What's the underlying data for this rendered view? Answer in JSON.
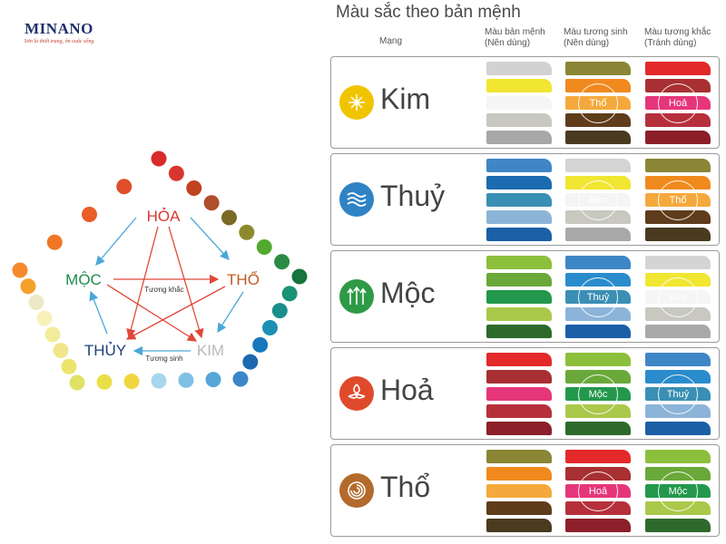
{
  "brand": {
    "name": "MINANO",
    "tagline": "Sơn là thiết trang, ổn cuộc sống"
  },
  "wheel": {
    "labels": {
      "hoa": "HỎA",
      "tho": "THỔ",
      "kim": "KIM",
      "thuy": "THỦY",
      "moc": "MỘC",
      "tuong_khac": "Tương khắc",
      "tuong_sinh": "Tương sinh"
    },
    "colors": {
      "hoa": "#d63a2c",
      "tho": "#c05a22",
      "kim": "#b9b9b9",
      "thuy": "#1e3f78",
      "moc": "#1e8a4c",
      "cycle_arrow": "#4aa8d8",
      "star_arrow": "#e0493a"
    },
    "dot_colors": [
      "#d82b2b",
      "#d8352e",
      "#c0421e",
      "#b04d2a",
      "#7b6a26",
      "#8c8a2c",
      "#52a92e",
      "#2a8c44",
      "#16743c",
      "#1a9276",
      "#1a8e8c",
      "#1b90b4",
      "#1777bd",
      "#1b69b0",
      "#3a86c8",
      "#56a6d8",
      "#80c0e4",
      "#a8d6ee",
      "#f0d640",
      "#e9e048",
      "#dfe266",
      "#ece46a",
      "#f2e68a",
      "#f2ec9a",
      "#f8f1b8",
      "#ede8c6",
      "#f4a12c",
      "#f58a2c",
      "#f07626",
      "#ea5c28",
      "#e04e2a"
    ]
  },
  "table": {
    "title": "Màu sắc theo bản mệnh",
    "headers": {
      "mang": "Mạng",
      "ban_menh": [
        "Màu bản mệnh",
        "(Nên dùng)"
      ],
      "tuong_sinh": [
        "Màu tương sinh",
        "(Nên dùng)"
      ],
      "tuong_khac": [
        "Màu tương khắc",
        "(Tránh dùng)"
      ]
    },
    "rows": [
      {
        "name": "Kim",
        "icon": "kim-icon",
        "icon_color": "#f1c400",
        "ban_menh": [
          "#d2d2d2",
          "#f1e632",
          "#f5f5f5",
          "#c8c8c0",
          "#a8a8a8"
        ],
        "tuong_sinh": [
          "#8a8636",
          "#f08a1e",
          "#f5a93c",
          "#5e3c1c",
          "#4a3a20"
        ],
        "tuong_sinh_label": "Thổ",
        "tuong_khac": [
          "#e4292b",
          "#a83032",
          "#e6367a",
          "#b6303c",
          "#8c1f2a"
        ],
        "tuong_khac_label": "Hoả"
      },
      {
        "name": "Thuỷ",
        "icon": "thuy-icon",
        "icon_color": "#2f83c4",
        "ban_menh": [
          "#3f86c6",
          "#1b6bb0",
          "#3a8fb4",
          "#8cb4d8",
          "#1b5fa6"
        ],
        "tuong_sinh": [
          "#d4d4d4",
          "#f1e632",
          "#f5f5f5",
          "#c8c8c0",
          "#a8a8a8"
        ],
        "tuong_sinh_label": "Kim",
        "tuong_khac": [
          "#8a8636",
          "#f08a1e",
          "#f5a93c",
          "#5e3c1c",
          "#4a3a20"
        ],
        "tuong_khac_label": "Thổ"
      },
      {
        "name": "Mộc",
        "icon": "moc-icon",
        "icon_color": "#2e9a46",
        "ban_menh": [
          "#8cbf3c",
          "#6aa83a",
          "#23984c",
          "#aac84a",
          "#2e6a2c"
        ],
        "tuong_sinh": [
          "#3f86c6",
          "#2a8ccc",
          "#3a8fb4",
          "#8cb4d8",
          "#1b5fa6"
        ],
        "tuong_sinh_label": "Thuỷ",
        "tuong_khac": [
          "#d4d4d4",
          "#f1e632",
          "#f5f5f5",
          "#c8c8c0",
          "#a8a8a8"
        ],
        "tuong_khac_label": "Kim"
      },
      {
        "name": "Hoả",
        "icon": "hoa-icon",
        "icon_color": "#e04a2c",
        "ban_menh": [
          "#e4292b",
          "#a83032",
          "#e6367a",
          "#b6303c",
          "#8c1f2a"
        ],
        "tuong_sinh": [
          "#8cbf3c",
          "#6aa83a",
          "#23984c",
          "#aac84a",
          "#2e6a2c"
        ],
        "tuong_sinh_label": "Mộc",
        "tuong_khac": [
          "#3f86c6",
          "#2a8ccc",
          "#3a8fb4",
          "#8cb4d8",
          "#1b5fa6"
        ],
        "tuong_khac_label": "Thuỷ"
      },
      {
        "name": "Thổ",
        "icon": "tho-icon",
        "icon_color": "#b46a2a",
        "ban_menh": [
          "#8a8636",
          "#f08a1e",
          "#f5a93c",
          "#5e3c1c",
          "#4a3a20"
        ],
        "tuong_sinh": [
          "#e4292b",
          "#a83032",
          "#e6367a",
          "#b6303c",
          "#8c1f2a"
        ],
        "tuong_sinh_label": "Hoả",
        "tuong_khac": [
          "#8cbf3c",
          "#6aa83a",
          "#23984c",
          "#aac84a",
          "#2e6a2c"
        ],
        "tuong_khac_label": "Mộc"
      }
    ]
  }
}
